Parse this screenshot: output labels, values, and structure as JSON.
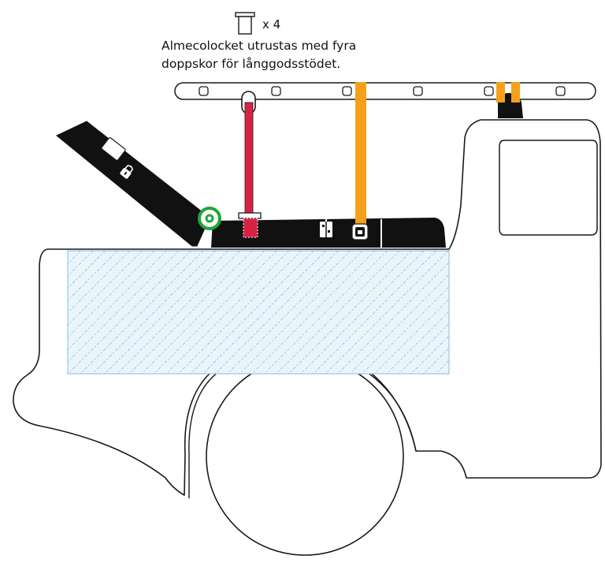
{
  "callout": {
    "quantity": "x 4",
    "caption_line_1": "Almecolocket utrustas med fyra",
    "caption_line_2": "doppskor för långgodsstödet."
  },
  "colors": {
    "outline": "#1a1a1a",
    "box": "#111111",
    "red_strap": "#d62344",
    "orange_strap": "#f5a01d",
    "hinge_ring": "#22a53a",
    "hatch": "#5aa8d6",
    "hatch_fill": "#eaf4fb"
  },
  "icons": {
    "shoe": "doppsko-icon",
    "hinge": "hinge-ring-icon",
    "lock": "lock-icon",
    "latch": "latch-icon"
  }
}
